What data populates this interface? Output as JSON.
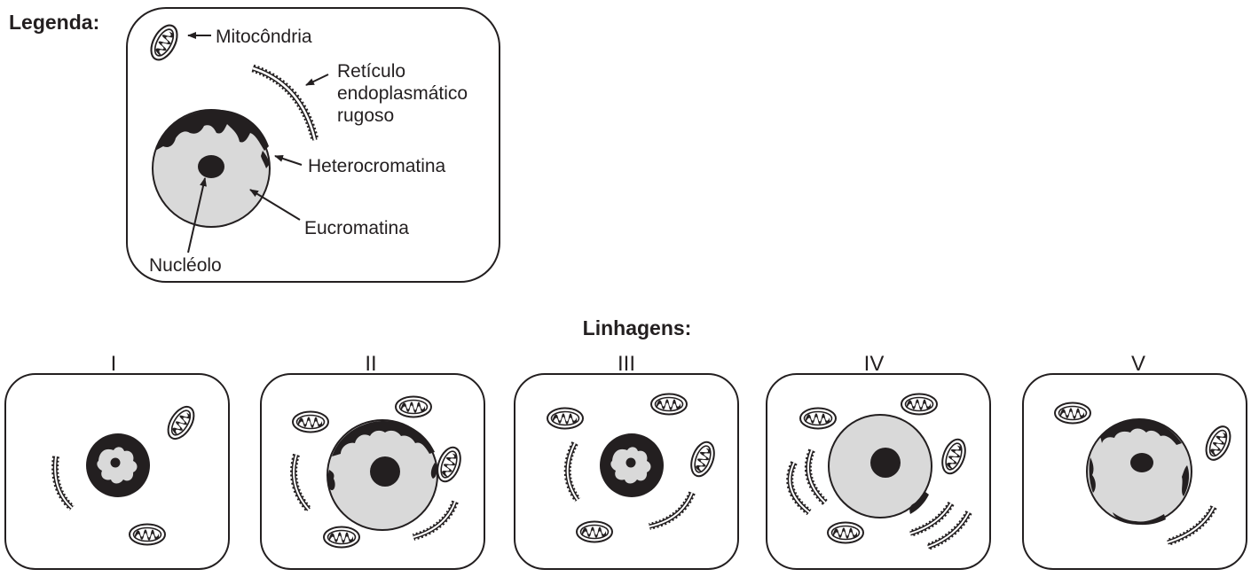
{
  "legend": {
    "heading": "Legenda:",
    "labels": {
      "mitochondria": "Mitocôndria",
      "rer_line1": "Retículo",
      "rer_line2": "endoplasmático",
      "rer_line3": "rugoso",
      "heterochromatin": "Heterocromatina",
      "euchromatin": "Eucromatina",
      "nucleolus": "Nucléolo"
    }
  },
  "lineages": {
    "heading": "Linhagens:",
    "cells": [
      {
        "numeral": "I",
        "nucleus": "small, mostly heterochromatin",
        "nucleolus": "small",
        "mitochondria": 2,
        "rer_segments": 1
      },
      {
        "numeral": "II",
        "nucleus": "large, euchromatin with peripheral heterochromatin",
        "nucleolus": "large",
        "mitochondria": 4,
        "rer_segments": 2
      },
      {
        "numeral": "III",
        "nucleus": "small, mostly heterochromatin",
        "nucleolus": "small",
        "mitochondria": 4,
        "rer_segments": 2
      },
      {
        "numeral": "IV",
        "nucleus": "large, mostly euchromatin",
        "nucleolus": "large",
        "mitochondria": 4,
        "rer_segments": 4
      },
      {
        "numeral": "V",
        "nucleus": "medium, euchromatin with peripheral heterochromatin",
        "nucleolus": "medium",
        "mitochondria": 2,
        "rer_segments": 1
      }
    ]
  },
  "colors": {
    "outline": "#231f20",
    "nucleoplasm": "#d9d9d9",
    "chromatin": "#231f20",
    "background": "#ffffff"
  }
}
